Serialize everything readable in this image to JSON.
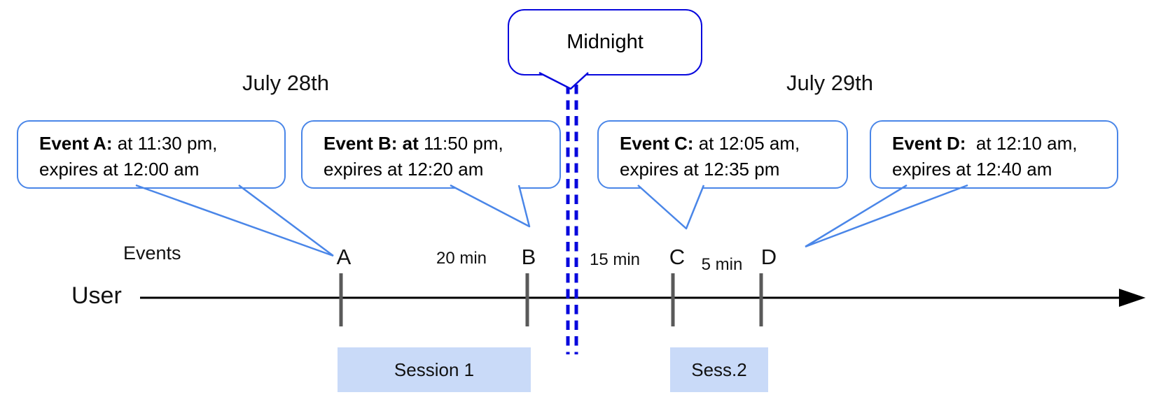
{
  "dates": {
    "left": "July 28th",
    "right": "July 29th"
  },
  "midnight": {
    "label": "Midnight"
  },
  "axis": {
    "row_label": "Events",
    "user_label": "User"
  },
  "events": [
    {
      "marker": "A",
      "bold": "Event A:",
      "rest": " at 11:30 pm,",
      "line2": "expires at 12:00 am"
    },
    {
      "marker": "B",
      "bold": "Event B: at",
      "rest": " 11:50 pm,",
      "line2": "expires at 12:20 am"
    },
    {
      "marker": "C",
      "bold": "Event C:",
      "rest": " at 12:05 am,",
      "line2": "expires at 12:35 pm"
    },
    {
      "marker": "D",
      "bold": "Event D:",
      "rest": "  at 12:10 am,",
      "line2": "expires at 12:40 am"
    }
  ],
  "intervals": {
    "ab": "20 min",
    "bc": "15 min",
    "cd": "5 min"
  },
  "sessions": [
    {
      "label": "Session 1"
    },
    {
      "label": "Sess.2"
    }
  ],
  "colors": {
    "event_bubble_border": "#4a86e8",
    "midnight_border": "#0808dd",
    "dashed_midnight_line": "#0808dd",
    "session_fill": "#c9daf8",
    "tick": "#595959",
    "timeline": "#000000"
  }
}
